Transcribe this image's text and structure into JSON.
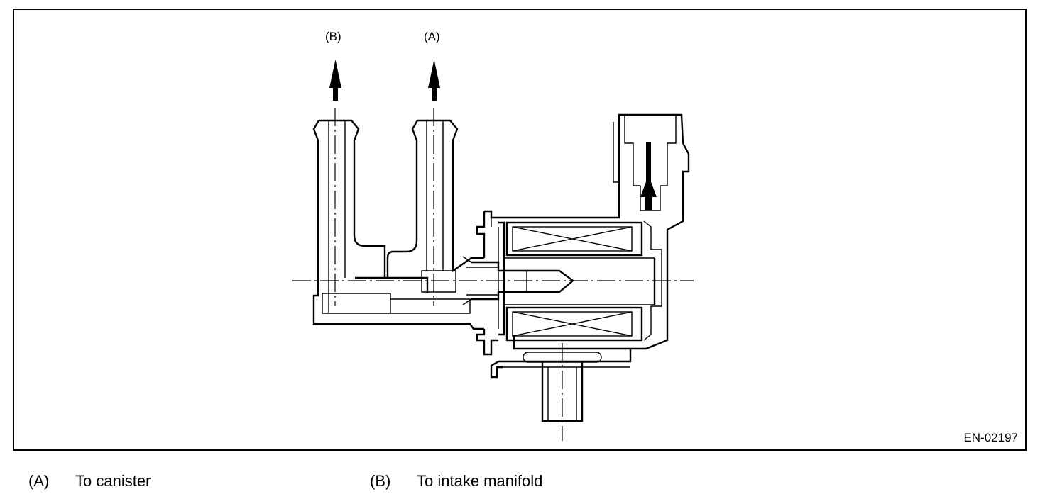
{
  "figure": {
    "callouts": {
      "b": "(B)",
      "a": "(A)"
    },
    "code": "EN-02197"
  },
  "legend": [
    {
      "key": "(A)",
      "text": "To canister"
    },
    {
      "key": "(B)",
      "text": "To intake manifold"
    }
  ]
}
